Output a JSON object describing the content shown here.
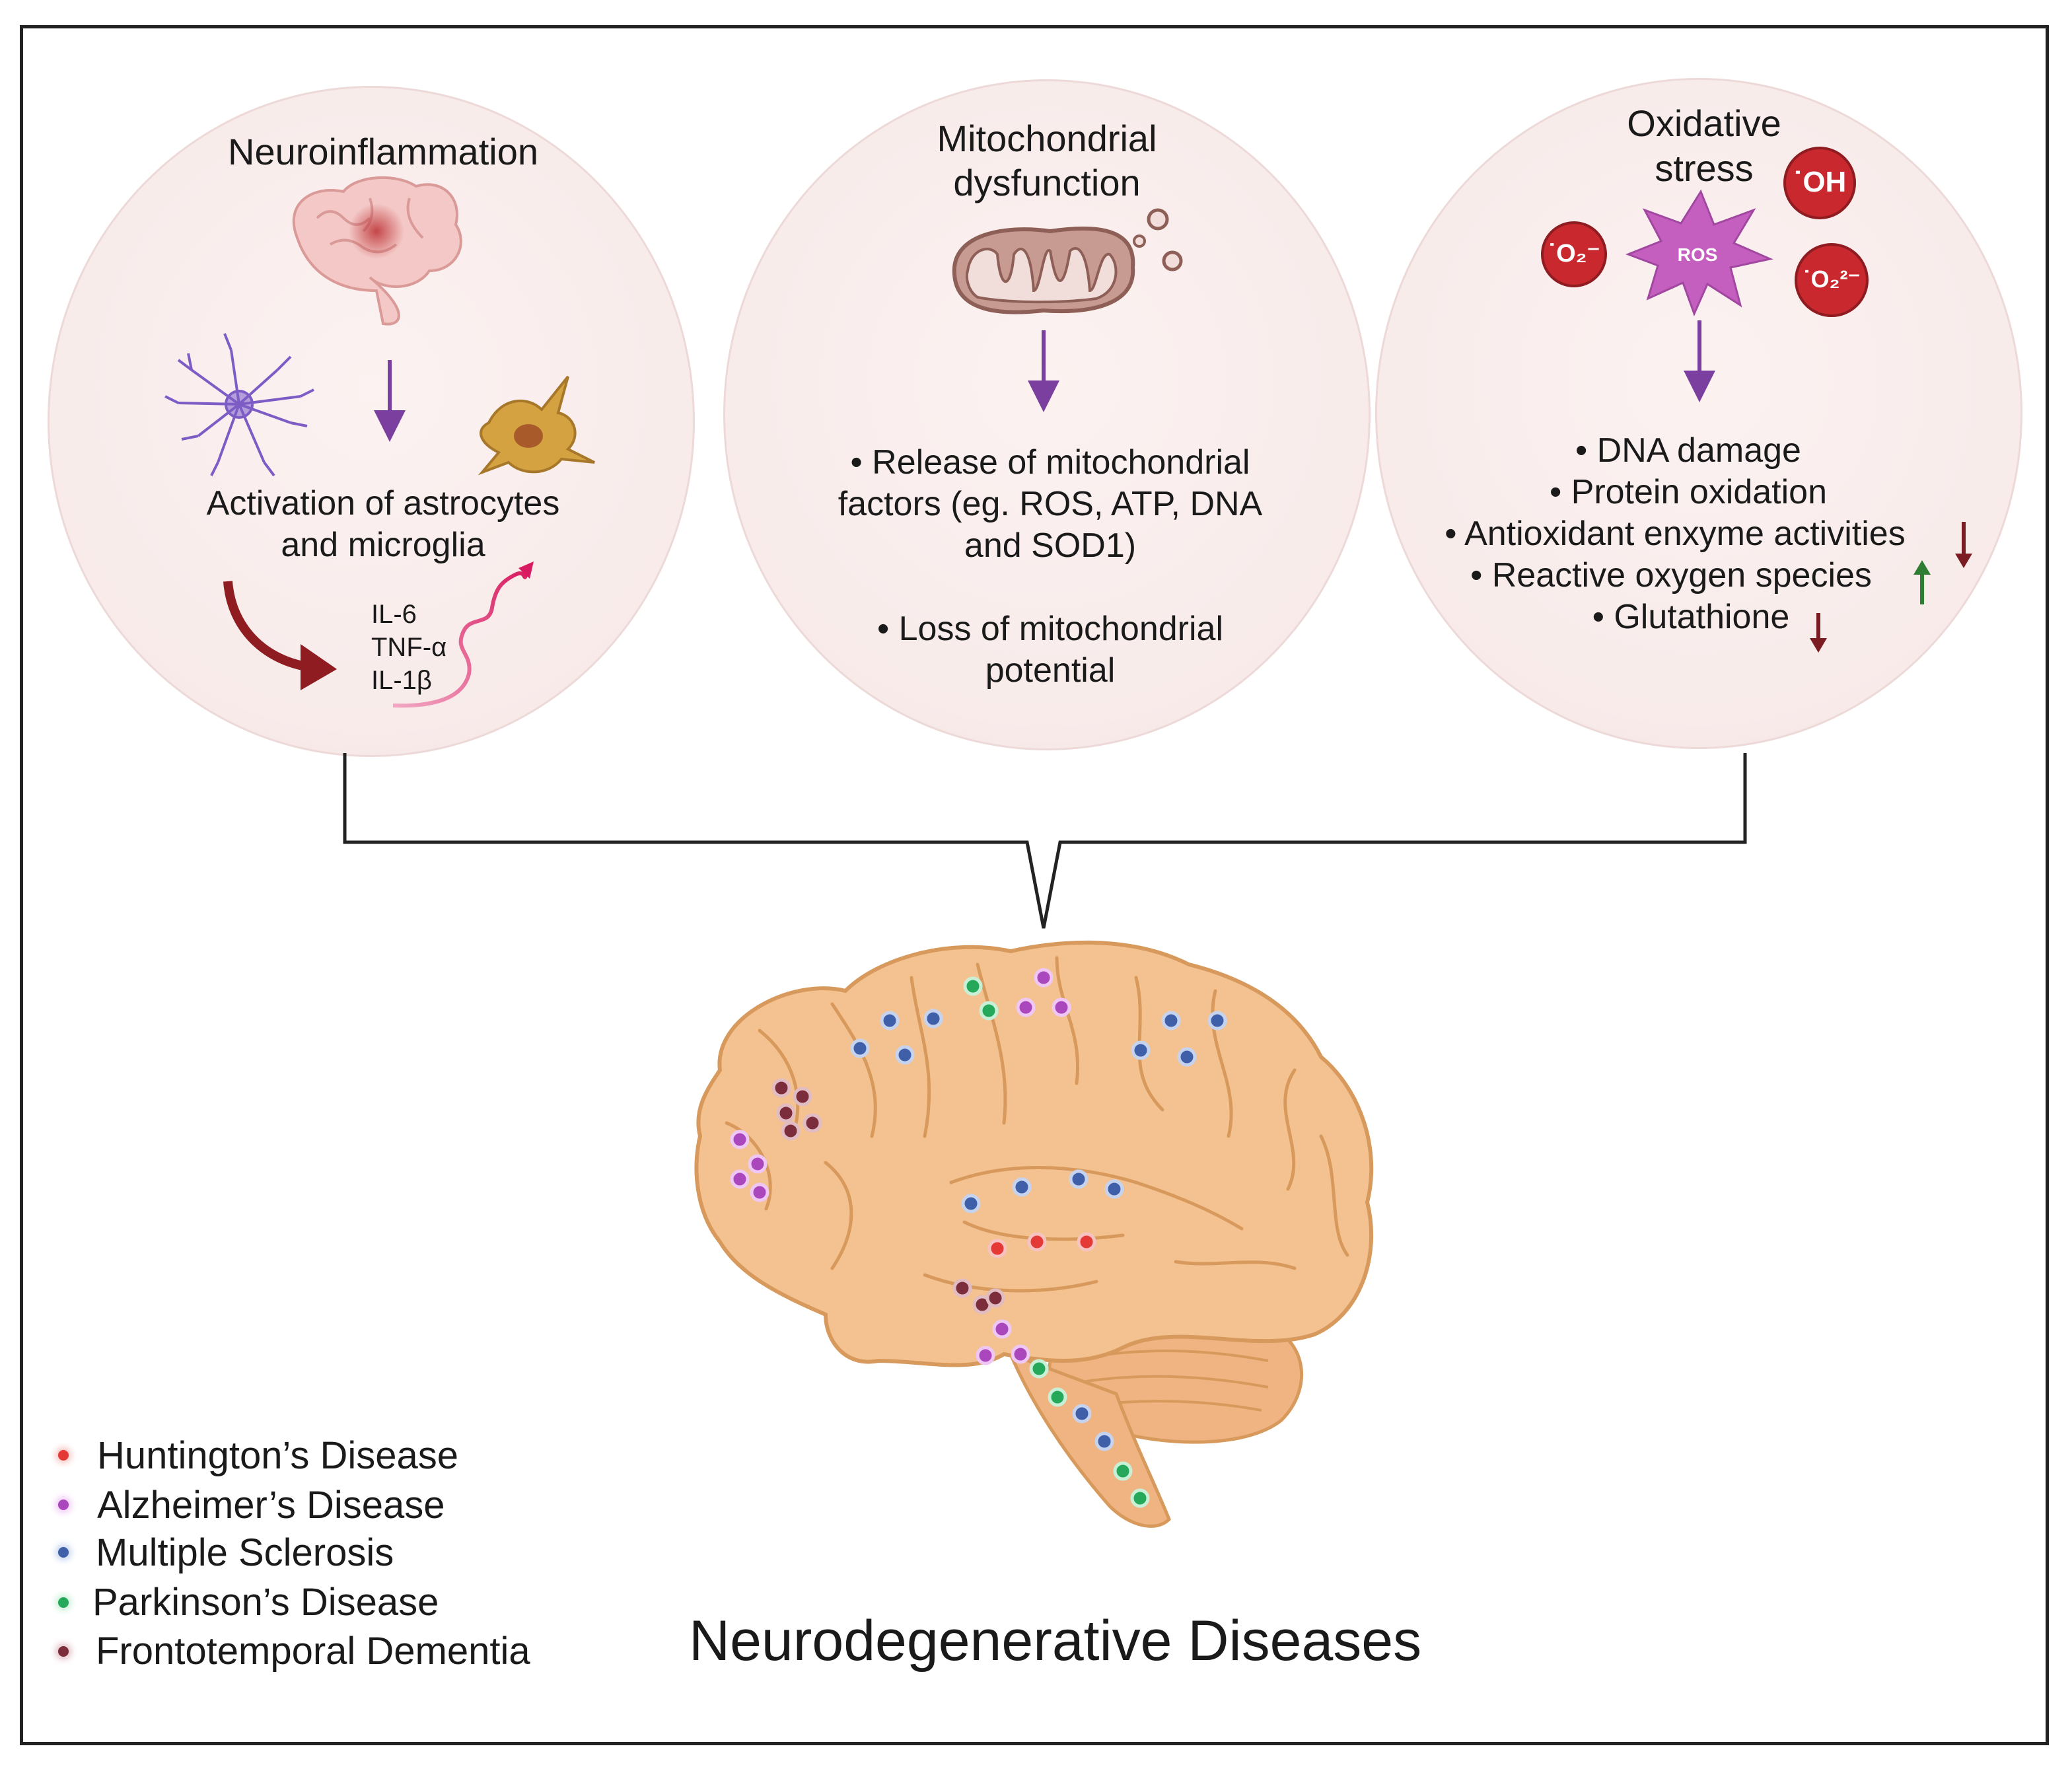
{
  "panels": {
    "neuroinflammation": {
      "title": "Neuroinflammation",
      "text_line1": "Activation of astrocytes",
      "text_line2": "and microglia",
      "cytokines": [
        "IL-6",
        "TNF-α",
        "IL-1β"
      ]
    },
    "mitochondrial": {
      "title_line1": "Mitochondrial",
      "title_line2": "dysfunction",
      "text_line1": "• Release of mitochondrial",
      "text_line2": "factors (eg. ROS, ATP, DNA",
      "text_line3": "and SOD1)",
      "text_line4": "• Loss of mitochondrial",
      "text_line5": "potential"
    },
    "oxidative": {
      "title_line1": "Oxidative",
      "title_line2": "stress",
      "ros_label": "ROS",
      "radicals": [
        "˙OH",
        "˙O₂⁻",
        "˙O₂²⁻"
      ],
      "items": [
        "• DNA damage",
        "• Protein oxidation",
        "• Antioxidant enxyme activities",
        "• Reactive oxygen species",
        "• Glutathione"
      ],
      "trend_colors": {
        "down": "#7a1c22",
        "up": "#2e7d32"
      }
    }
  },
  "legend": [
    {
      "label": "Huntington’s Disease",
      "color": "#e53935"
    },
    {
      "label": "Alzheimer’s Disease",
      "color": "#ab47bc"
    },
    {
      "label": "Multiple Sclerosis",
      "color": "#3f5fa8"
    },
    {
      "label": "Parkinson’s Disease",
      "color": "#26a85a"
    },
    {
      "label": "Frontotemporal Dementia",
      "color": "#7b2d3b"
    }
  ],
  "main_title": "Neurodegenerative Diseases",
  "colors": {
    "arrow_purple": "#7b3fa0",
    "brain_fill": "#f4c291",
    "brain_line": "#d89a5c"
  }
}
